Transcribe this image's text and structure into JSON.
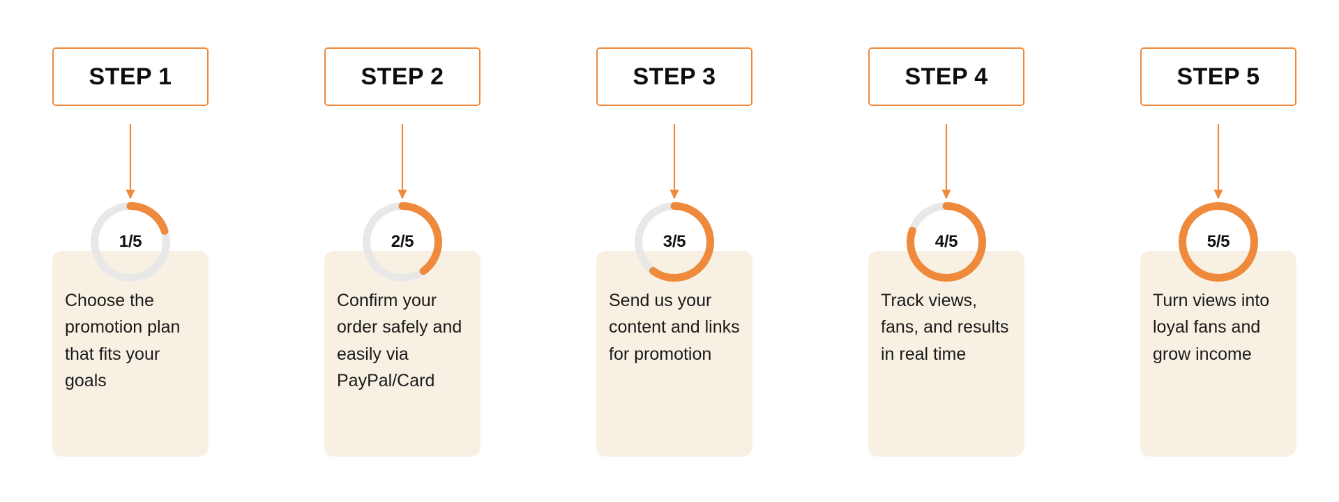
{
  "theme": {
    "accent_orange": "#ef8a3c",
    "ring_track_gray": "#e8e8e8",
    "card_cream": "#f8f1e3",
    "text_dark": "#1a1a1a",
    "page_background": "#ffffff"
  },
  "diagram": {
    "type": "process-flow",
    "orientation": "horizontal",
    "total_steps": 5,
    "steps": [
      {
        "badge_label": "STEP 1",
        "progress_label": "1/5",
        "progress_value": 1,
        "progress_total": 5,
        "progress_percent": 20,
        "description": "Choose the promotion plan that fits your goals",
        "arrow_icon": "arrow-down-icon"
      },
      {
        "badge_label": "STEP 2",
        "progress_label": "2/5",
        "progress_value": 2,
        "progress_total": 5,
        "progress_percent": 40,
        "description": "Confirm your order safely and easily via PayPal/Card",
        "arrow_icon": "arrow-down-icon"
      },
      {
        "badge_label": "STEP 3",
        "progress_label": "3/5",
        "progress_value": 3,
        "progress_total": 5,
        "progress_percent": 60,
        "description": "Send us your content and links for promotion",
        "arrow_icon": "arrow-down-icon"
      },
      {
        "badge_label": "STEP 4",
        "progress_label": "4/5",
        "progress_value": 4,
        "progress_total": 5,
        "progress_percent": 80,
        "description": "Track views, fans, and results in real time",
        "arrow_icon": "arrow-down-icon"
      },
      {
        "badge_label": "STEP 5",
        "progress_label": "5/5",
        "progress_value": 5,
        "progress_total": 5,
        "progress_percent": 100,
        "description": "Turn views into loyal fans and grow income",
        "arrow_icon": "arrow-down-icon"
      }
    ]
  }
}
